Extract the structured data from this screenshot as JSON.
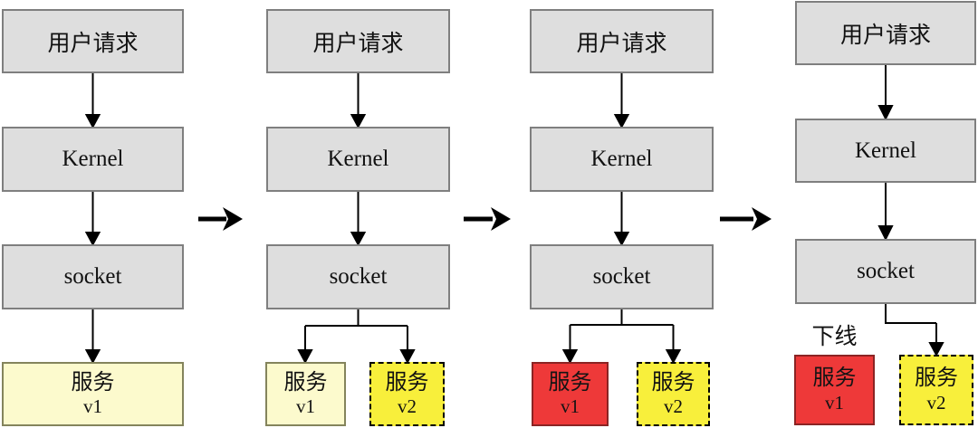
{
  "columns": [
    {
      "user": "用户请求",
      "kernel": "Kernel",
      "socket": "socket",
      "services": [
        {
          "name": "服务",
          "version": "v1",
          "state": "active"
        }
      ]
    },
    {
      "user": "用户请求",
      "kernel": "Kernel",
      "socket": "socket",
      "services": [
        {
          "name": "服务",
          "version": "v1",
          "state": "active"
        },
        {
          "name": "服务",
          "version": "v2",
          "state": "deploying"
        }
      ]
    },
    {
      "user": "用户请求",
      "kernel": "Kernel",
      "socket": "socket",
      "services": [
        {
          "name": "服务",
          "version": "v1",
          "state": "draining"
        },
        {
          "name": "服务",
          "version": "v2",
          "state": "deploying"
        }
      ]
    },
    {
      "user": "用户请求",
      "kernel": "Kernel",
      "socket": "socket",
      "annotation": "下线",
      "services": [
        {
          "name": "服务",
          "version": "v1",
          "state": "offline"
        },
        {
          "name": "服务",
          "version": "v2",
          "state": "active"
        }
      ]
    }
  ],
  "colors": {
    "box_gray_fill": "#dedede",
    "box_gray_border": "#7f7f7f",
    "service_light_fill": "#fcfacd",
    "service_yellow_fill": "#f8ef3b",
    "service_red_fill": "#ee3939",
    "connector": "#000000"
  }
}
